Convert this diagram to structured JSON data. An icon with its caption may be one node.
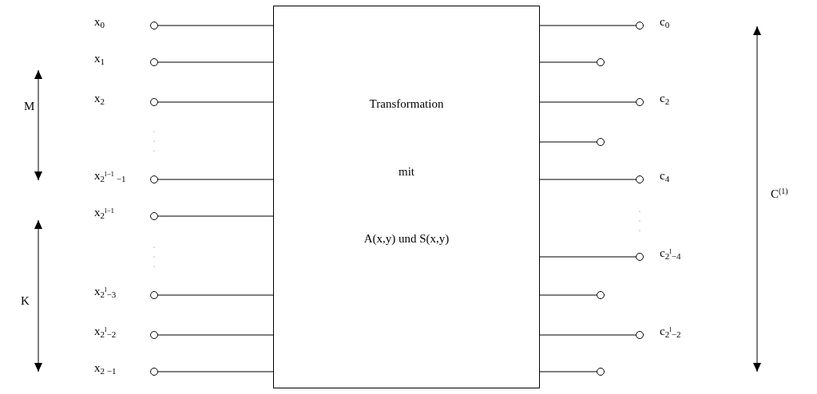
{
  "diagram": {
    "nodes": [
      {
        "text": [
          "Transformation",
          "mit",
          "A(x,y) und S(x,y)"
        ]
      },
      {
        "text": [],
        "shape": "circle",
        "beside": [
          "x$_{0}$"
        ]
      },
      {
        "text": [],
        "shape": "circle",
        "beside": [
          "x$_{1}$"
        ]
      },
      {
        "text": [],
        "shape": "circle",
        "beside": [
          "x$_{2}$"
        ]
      },
      {
        "text": [],
        "shape": "circle",
        "beside": [
          "x$_{2}$$^{l−1}$$_{ −1}$"
        ]
      },
      {
        "text": [],
        "shape": "circle",
        "beside": [
          "x$_{2}$$^{l−1}$"
        ]
      },
      {
        "text": [],
        "shape": "circle",
        "beside": [
          "x$_{2}$$^{l}$$_{−3}$"
        ]
      },
      {
        "text": [],
        "shape": "circle",
        "beside": [
          "x$_{2}$$^{l}$$_{−2}$"
        ]
      },
      {
        "text": [],
        "shape": "circle",
        "beside": [
          "x$_{2 −1}$"
        ]
      },
      {
        "text": [],
        "shape": "circle",
        "beside": [
          "c$_{0}$"
        ]
      },
      {
        "text": [],
        "shape": "circle"
      },
      {
        "text": [],
        "shape": "circle",
        "beside": [
          "c$_{2}$"
        ]
      },
      {
        "text": [],
        "shape": "circle"
      },
      {
        "text": [],
        "shape": "circle",
        "beside": [
          "c$_{4}$"
        ]
      },
      {
        "text": [],
        "shape": "circle",
        "beside": [
          "c$_{2}$$^{l}$$_{−4}$"
        ]
      },
      {
        "text": [],
        "shape": "circle"
      },
      {
        "text": [],
        "shape": "circle",
        "beside": [
          "c$_{2}$$^{l}$$_{−2}$"
        ]
      },
      {
        "text": [],
        "shape": "circle"
      }
    ],
    "edges": [
      {
        "from": 1,
        "to": 0,
        "arrow": "none"
      },
      {
        "from": 2,
        "to": 0,
        "arrow": "none"
      },
      {
        "from": 3,
        "to": 0,
        "arrow": "none"
      },
      {
        "from": 4,
        "to": 0,
        "arrow": "none"
      },
      {
        "from": 5,
        "to": 0,
        "arrow": "none"
      },
      {
        "from": 6,
        "to": 0,
        "arrow": "none"
      },
      {
        "from": 7,
        "to": 0,
        "arrow": "none"
      },
      {
        "from": 8,
        "to": 0,
        "arrow": "none"
      },
      {
        "from": 0,
        "to": 9,
        "arrow": "none"
      },
      {
        "from": 0,
        "to": 10,
        "arrow": "none"
      },
      {
        "from": 0,
        "to": 11,
        "arrow": "none"
      },
      {
        "from": 0,
        "to": 12,
        "arrow": "none"
      },
      {
        "from": 0,
        "to": 13,
        "arrow": "none"
      },
      {
        "from": 0,
        "to": 14,
        "arrow": "none"
      },
      {
        "from": 0,
        "to": 15,
        "arrow": "none"
      },
      {
        "from": 0,
        "to": 16,
        "arrow": "none"
      },
      {
        "from": 0,
        "to": 17,
        "arrow": "none"
      }
    ],
    "labels": [
      "M",
      "K",
      "C$^{(1)}$"
    ]
  }
}
